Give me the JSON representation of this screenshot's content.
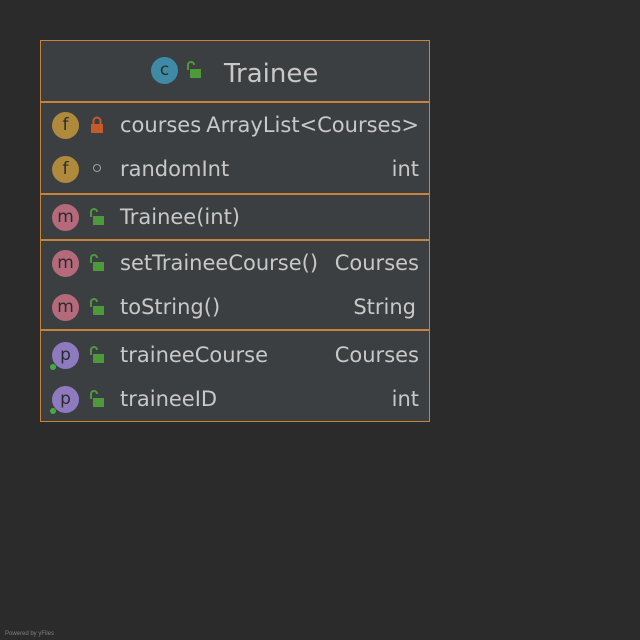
{
  "class_name": "Trainee",
  "class_badge": "c",
  "fields": [
    {
      "badge": "f",
      "visibility": "private",
      "name": "courses",
      "type": "ArrayList<Courses>"
    },
    {
      "badge": "f",
      "visibility": "package-private",
      "name": "randomInt",
      "type": "int"
    }
  ],
  "constructors": [
    {
      "badge": "m",
      "visibility": "public",
      "name": "Trainee(int)",
      "type": ""
    }
  ],
  "methods": [
    {
      "badge": "m",
      "visibility": "public",
      "name": "setTraineeCourse()",
      "type": "Courses"
    },
    {
      "badge": "m",
      "visibility": "public",
      "name": "toString()",
      "type": "String"
    }
  ],
  "properties": [
    {
      "badge": "p",
      "visibility": "public",
      "name": "traineeCourse",
      "type": "Courses"
    },
    {
      "badge": "p",
      "visibility": "public",
      "name": "traineeID",
      "type": "int"
    }
  ],
  "footer": "Powered by yFiles",
  "colors": {
    "background": "#2b2b2b",
    "box_fill": "#3c3f41",
    "border": "#c8833a",
    "text": "#c8c8c8",
    "field_badge": "#b08a3c",
    "method_badge": "#b56a7c",
    "property_badge": "#8e7bbf",
    "class_badge": "#3f8ba6",
    "public_lock": "#4e9a3a",
    "private_lock": "#c75a2a"
  },
  "icons": {
    "class": "class-icon",
    "public": "unlocked-padlock-icon",
    "private": "locked-padlock-icon",
    "package_private": "circle-icon"
  }
}
